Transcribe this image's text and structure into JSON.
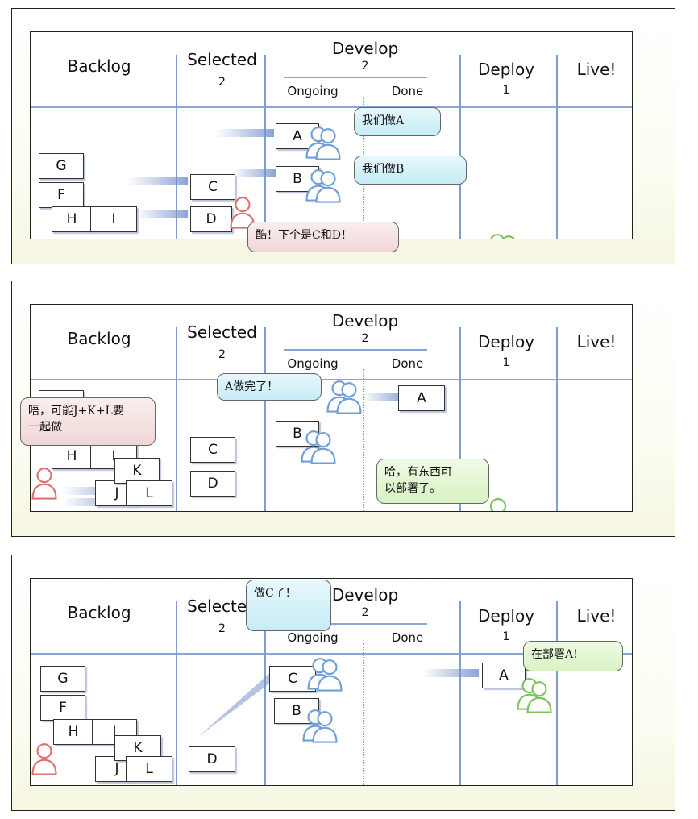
{
  "columns": {
    "backlog": "Backlog",
    "selected": "Selected",
    "selected_wip": "2",
    "develop": "Develop",
    "develop_wip": "2",
    "ongoing": "Ongoing",
    "done": "Done",
    "deploy": "Deploy",
    "deploy_wip": "1",
    "live": "Live!"
  },
  "panel1": {
    "cards": {
      "g": "G",
      "f": "F",
      "h": "H",
      "i": "I",
      "c": "C",
      "d": "D",
      "a": "A",
      "b": "B"
    },
    "bubbles": {
      "dev_a": "我们做A",
      "dev_b": "我们做B",
      "po": "酷！下个是C和D！"
    }
  },
  "panel2": {
    "cards": {
      "g": "G",
      "h": "H",
      "i": "I",
      "k": "K",
      "j": "J",
      "l": "L",
      "c": "C",
      "d": "D",
      "a": "A",
      "b": "B"
    },
    "bubbles": {
      "dev_a": "A做完了！",
      "po_line1": "唔，可能J+K+L要",
      "po_line2": "一起做",
      "ops_line1": "哈，有东西可",
      "ops_line2": "以部署了。"
    }
  },
  "panel3": {
    "cards": {
      "g": "G",
      "f": "F",
      "h": "H",
      "i": "I",
      "k": "K",
      "j": "J",
      "l": "L",
      "d": "D",
      "c": "C",
      "b": "B",
      "a": "A"
    },
    "bubbles": {
      "dev_c": "做C了！",
      "ops": "在部署A!"
    }
  },
  "colors": {
    "dev": "#6f9fd8",
    "po": "#e07070",
    "ops": "#7cc45a",
    "column_line": "#7f9dcf"
  },
  "icons": [
    "person-icon"
  ]
}
